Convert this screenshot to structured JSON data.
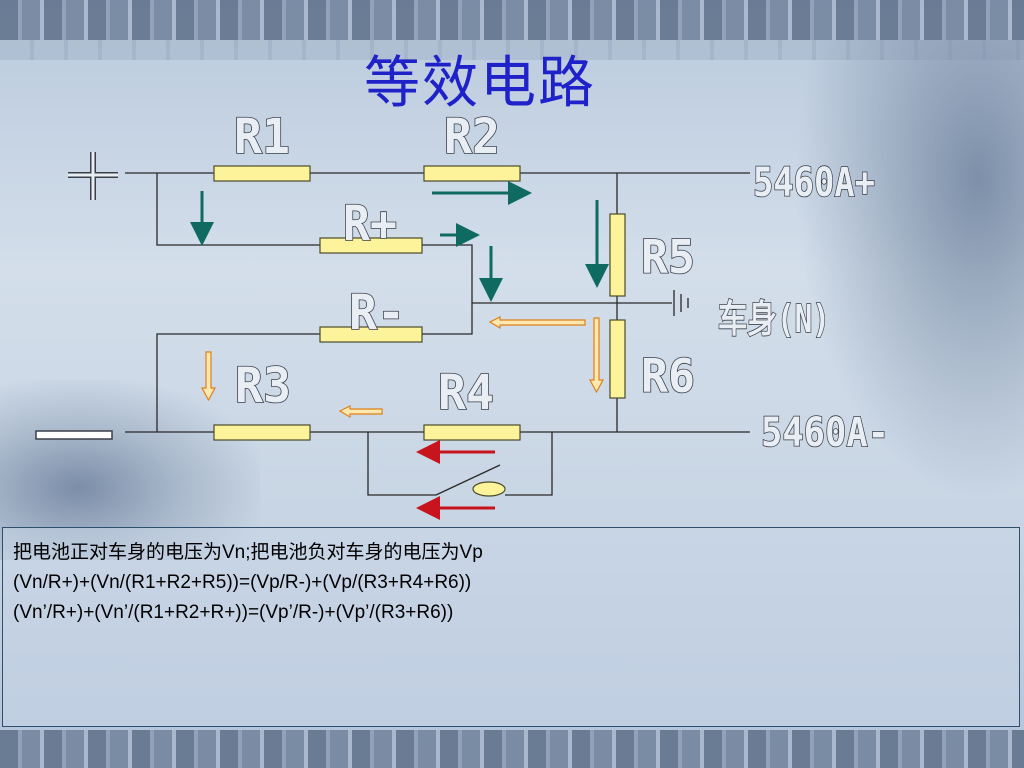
{
  "title": "等效电路",
  "terminals": {
    "positive": "+",
    "negative": "—"
  },
  "resistors": {
    "r1": "R1",
    "r2": "R2",
    "r_plus": "R+",
    "r_minus": "R-",
    "r3": "R3",
    "r4": "R4",
    "r5": "R5",
    "r6": "R6"
  },
  "points": {
    "pos_out": "5460A+",
    "neg_out": "5460A-",
    "chassis": "车身(N)"
  },
  "colors": {
    "title": "#1f22c8",
    "wire": "#2a2a2a",
    "resistor_fill": "#fdf39a",
    "resistor_border": "#4a4a2a",
    "arrow_teal": "#0f6a62",
    "arrow_orange_fill": "#fde9b0",
    "arrow_orange_border": "#e0801a",
    "arrow_red": "#c8141c",
    "switch_fill": "#fdf39a"
  },
  "text": {
    "line1": "把电池正对车身的电压为Vn;把电池负对车身的电压为Vp",
    "line2": "(Vn/R+)+(Vn/(R1+R2+R5))=(Vp/R-)+(Vp/(R3+R4+R6))",
    "line3": "(Vn’/R+)+(Vn’/(R1+R2+R+))=(Vp’/R-)+(Vp’/(R3+R6))"
  }
}
